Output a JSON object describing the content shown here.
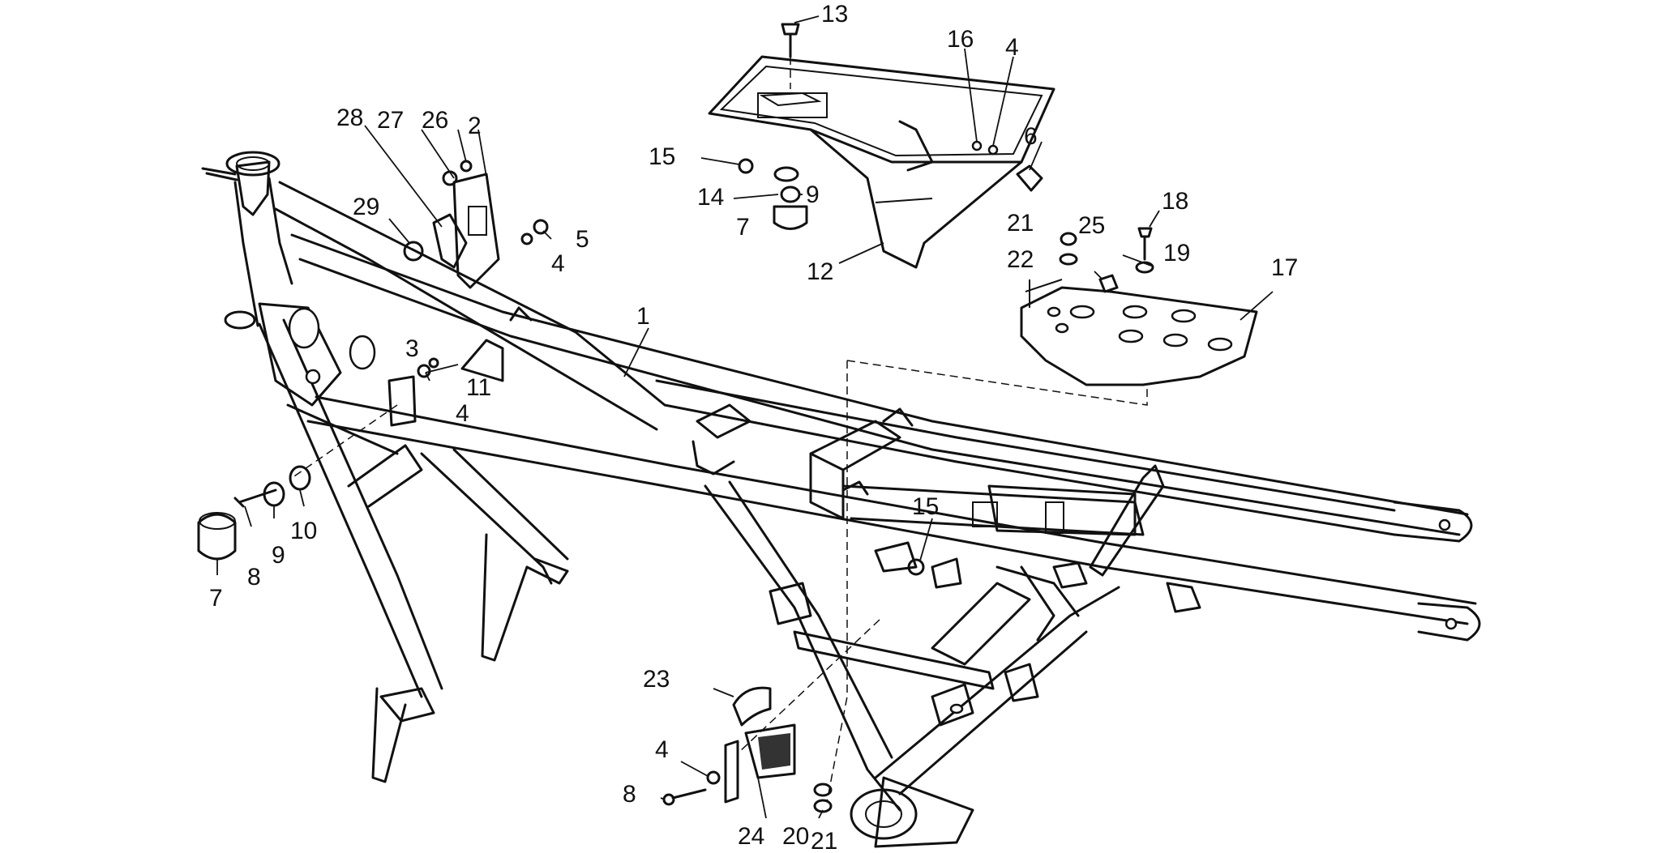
{
  "callouts": [
    {
      "id": "c13a",
      "text": "13"
    },
    {
      "id": "c16",
      "text": "16"
    },
    {
      "id": "c4a",
      "text": "4"
    },
    {
      "id": "c6",
      "text": "6"
    },
    {
      "id": "c15a",
      "text": "15"
    },
    {
      "id": "c9a",
      "text": "9"
    },
    {
      "id": "c14",
      "text": "14"
    },
    {
      "id": "c7a",
      "text": "7"
    },
    {
      "id": "c12",
      "text": "12"
    },
    {
      "id": "c18",
      "text": "18"
    },
    {
      "id": "c21a",
      "text": "21"
    },
    {
      "id": "c25",
      "text": "25"
    },
    {
      "id": "c19",
      "text": "19"
    },
    {
      "id": "c22",
      "text": "22"
    },
    {
      "id": "c17",
      "text": "17"
    },
    {
      "id": "c28",
      "text": "28"
    },
    {
      "id": "c27",
      "text": "27"
    },
    {
      "id": "c26",
      "text": "26"
    },
    {
      "id": "c2",
      "text": "2"
    },
    {
      "id": "c29",
      "text": "29"
    },
    {
      "id": "c5",
      "text": "5"
    },
    {
      "id": "c4b",
      "text": "4"
    },
    {
      "id": "c1",
      "text": "1"
    },
    {
      "id": "c3",
      "text": "3"
    },
    {
      "id": "c11",
      "text": "11"
    },
    {
      "id": "c4c",
      "text": "4"
    },
    {
      "id": "c10",
      "text": "10"
    },
    {
      "id": "c9b",
      "text": "9"
    },
    {
      "id": "c8a",
      "text": "8"
    },
    {
      "id": "c7b",
      "text": "7"
    },
    {
      "id": "c15b",
      "text": "15"
    },
    {
      "id": "c23",
      "text": "23"
    },
    {
      "id": "c4d",
      "text": "4"
    },
    {
      "id": "c8b",
      "text": "8"
    },
    {
      "id": "c24",
      "text": "24"
    },
    {
      "id": "c20",
      "text": "20"
    },
    {
      "id": "c21b",
      "text": "21"
    }
  ]
}
